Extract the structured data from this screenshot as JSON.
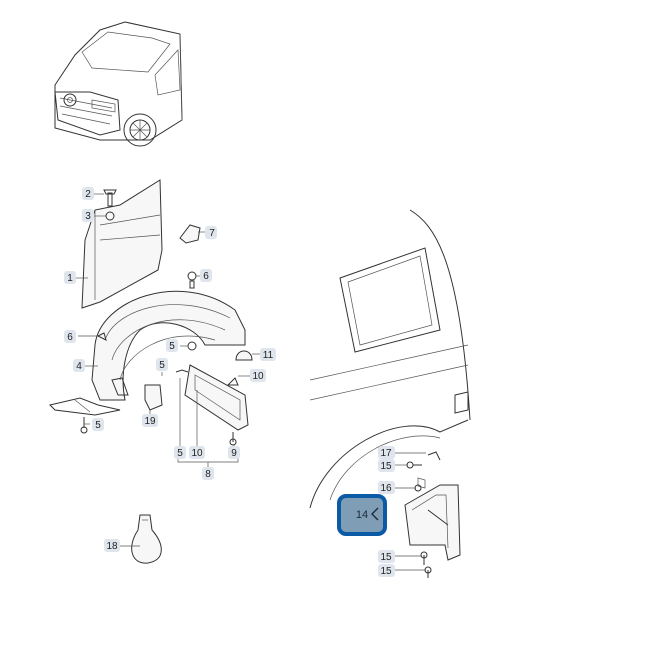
{
  "diagram": {
    "callouts": [
      {
        "id": "c1",
        "label": "1"
      },
      {
        "id": "c2",
        "label": "2"
      },
      {
        "id": "c3",
        "label": "3"
      },
      {
        "id": "c4",
        "label": "4"
      },
      {
        "id": "c5a",
        "label": "5"
      },
      {
        "id": "c5b",
        "label": "5"
      },
      {
        "id": "c5c",
        "label": "5"
      },
      {
        "id": "c5d",
        "label": "5"
      },
      {
        "id": "c6a",
        "label": "6"
      },
      {
        "id": "c6b",
        "label": "6"
      },
      {
        "id": "c7",
        "label": "7"
      },
      {
        "id": "c8",
        "label": "8"
      },
      {
        "id": "c9",
        "label": "9"
      },
      {
        "id": "c10a",
        "label": "10"
      },
      {
        "id": "c10b",
        "label": "10"
      },
      {
        "id": "c11",
        "label": "11"
      },
      {
        "id": "c14",
        "label": "14"
      },
      {
        "id": "c15a",
        "label": "15"
      },
      {
        "id": "c15b",
        "label": "15"
      },
      {
        "id": "c15c",
        "label": "15"
      },
      {
        "id": "c16",
        "label": "16"
      },
      {
        "id": "c17",
        "label": "17"
      },
      {
        "id": "c18",
        "label": "18"
      },
      {
        "id": "c19",
        "label": "19"
      }
    ],
    "highlight_color": "#0b5aa6"
  }
}
